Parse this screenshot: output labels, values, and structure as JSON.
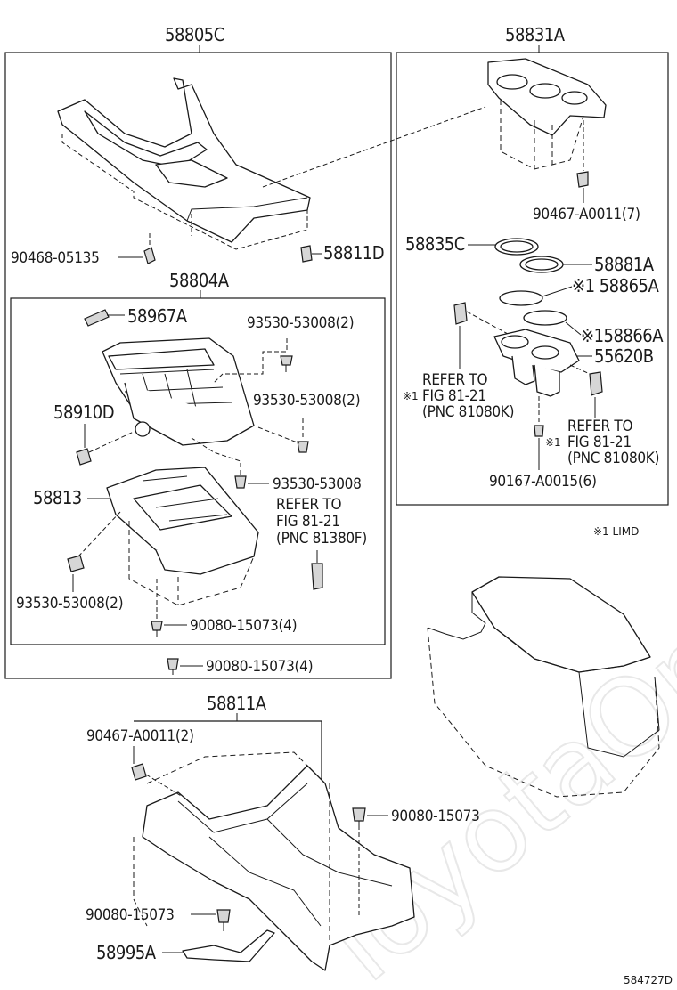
{
  "watermark": "ToyotaOnMine.ru",
  "diagram_id": "584727D",
  "note": "※1 LIMD",
  "groups": {
    "g58805C": "58805C",
    "g58831A": "58831A",
    "g58804A": "58804A",
    "g58811A": "58811A"
  },
  "parts": {
    "p90468_05135": "90468-05135",
    "p58811D": "58811D",
    "p58967A": "58967A",
    "p93530_53008_2a": "93530-53008(2)",
    "p93530_53008_2b": "93530-53008(2)",
    "p58910D": "58910D",
    "p93530_53008": "93530-53008",
    "p58813": "58813",
    "p93530_53008_2c": "93530-53008(2)",
    "p90080_15073_4a": "90080-15073(4)",
    "p90080_15073_4b": "90080-15073(4)",
    "p90467_A0011_7": "90467-A0011(7)",
    "p58835C": "58835C",
    "p58881A": "58881A",
    "p58865A": "※1 58865A",
    "p58866A": "※158866A",
    "p55620B": "55620B",
    "p90167_A0015_6": "90167-A0015(6)",
    "p90467_A0011_2": "90467-A0011(2)",
    "p90080_15073a": "90080-15073",
    "p90080_15073b": "90080-15073",
    "p58995A": "58995A"
  },
  "refs": {
    "ref1": {
      "l1": "REFER TO",
      "l2": "FIG 81-21",
      "l3": "(PNC 81380F)"
    },
    "ref2": {
      "l1": "REFER TO",
      "mark": "※1",
      "l2": "FIG 81-21",
      "l3": "(PNC 81080K)"
    },
    "ref3": {
      "l1": "REFER TO",
      "mark": "※1",
      "l2": "FIG 81-21",
      "l3": "(PNC 81080K)"
    }
  }
}
